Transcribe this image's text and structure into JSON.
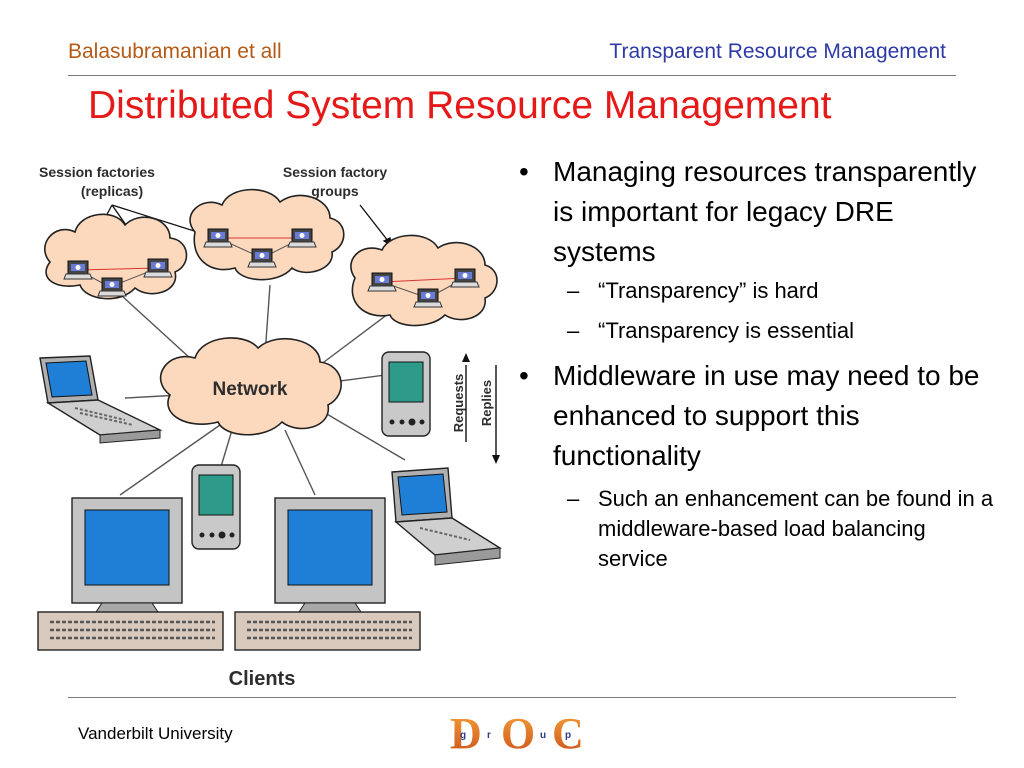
{
  "header": {
    "left": "Balasubramanian et all",
    "right": "Transparent Resource Management"
  },
  "title": "Distributed System Resource Management",
  "diagram": {
    "label_session_factories": "Session factories",
    "label_replicas": "(replicas)",
    "label_session_factory": "Session factory",
    "label_groups": "groups",
    "label_network": "Network",
    "label_requests": "Requests",
    "label_replies": "Replies",
    "label_clients": "Clients"
  },
  "bullets": [
    {
      "text": "Managing resources transparently is important for legacy DRE systems",
      "subs": [
        "“Transparency” is hard",
        "“Transparency is essential"
      ]
    },
    {
      "text": "Middleware in use may need to be enhanced to support this functionality",
      "subs": [
        "Such an enhancement can be found in a middleware-based load balancing service"
      ]
    }
  ],
  "footer": "Vanderbilt University",
  "logo": {
    "letters": [
      "D",
      "O",
      "C"
    ],
    "small": [
      "g",
      "r",
      "u",
      "p"
    ]
  },
  "colors": {
    "title": "#e61919",
    "header_left": "#b55a16",
    "header_right": "#2e3aa6",
    "cloud_fill": "#fcd9bd",
    "screen": "#1f7fd6",
    "pda_screen": "#2e9b8a"
  }
}
